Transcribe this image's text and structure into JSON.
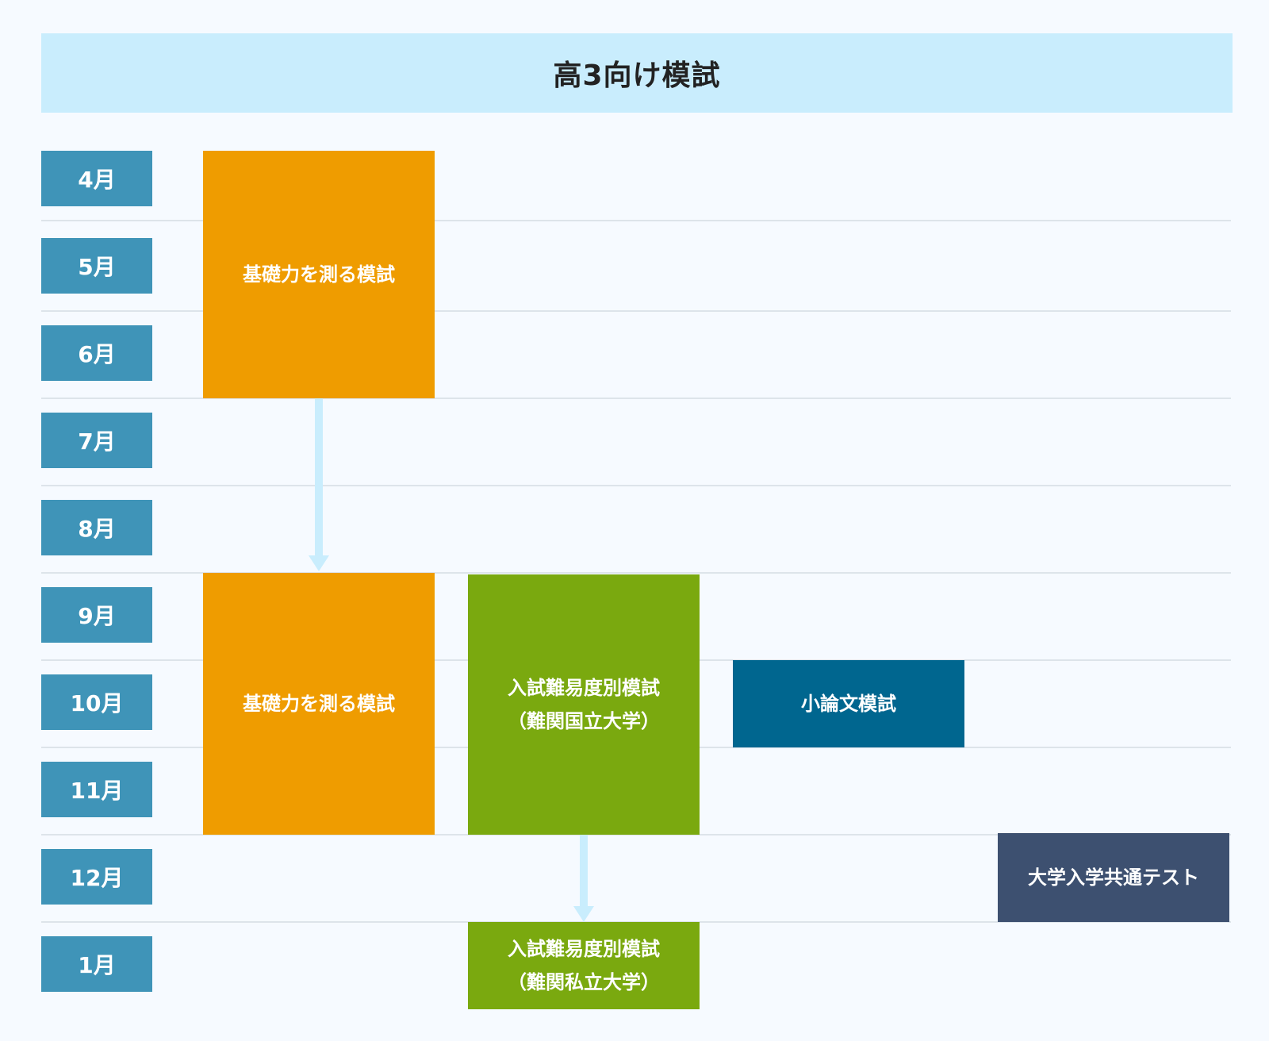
{
  "title": "高3向け模試",
  "months": [
    "4月",
    "5月",
    "6月",
    "7月",
    "8月",
    "9月",
    "10月",
    "11月",
    "12月",
    "1月"
  ],
  "exams": {
    "basic_1": "基礎力を測る模試",
    "basic_2": "基礎力を測る模試",
    "difficulty_national": {
      "line1": "入試難易度別模試",
      "line2": "（難関国立大学）"
    },
    "essay": "小論文模試",
    "common_test": "大学入学共通テスト",
    "difficulty_private": {
      "line1": "入試難易度別模試",
      "line2": "（難関私立大学）"
    }
  },
  "colors": {
    "title_bg": "#c9edfd",
    "month_bg": "#3f94b8",
    "basic": "#ef9c00",
    "difficulty": "#7aa90f",
    "essay": "#00668f",
    "common_test": "#3d5070",
    "arrow": "#c9edfd"
  }
}
